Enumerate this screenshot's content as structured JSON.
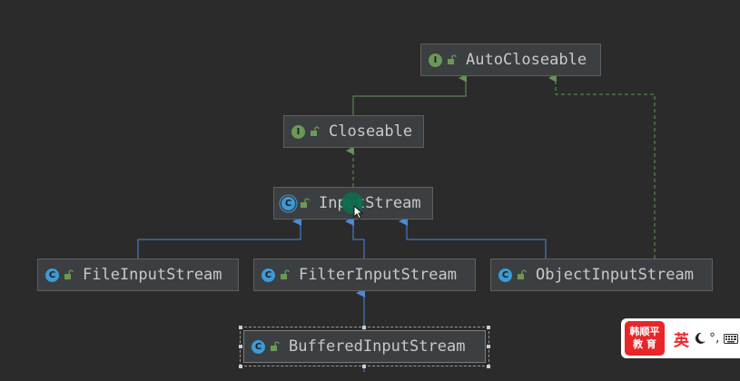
{
  "diagram": {
    "nodes": [
      {
        "id": "autocloseable",
        "label": "AutoCloseable",
        "kind": "interface",
        "kind_glyph": "I"
      },
      {
        "id": "closeable",
        "label": "Closeable",
        "kind": "interface",
        "kind_glyph": "I"
      },
      {
        "id": "inputstream",
        "label": "InputStream",
        "kind": "abstract-class",
        "kind_glyph": "C"
      },
      {
        "id": "fileinputstream",
        "label": "FileInputStream",
        "kind": "class",
        "kind_glyph": "C"
      },
      {
        "id": "filterinputstream",
        "label": "FilterInputStream",
        "kind": "class",
        "kind_glyph": "C"
      },
      {
        "id": "objectinputstream",
        "label": "ObjectInputStream",
        "kind": "class",
        "kind_glyph": "C"
      },
      {
        "id": "bufferedinputstream",
        "label": "BufferedInputStream",
        "kind": "class",
        "kind_glyph": "C",
        "selected": true
      }
    ],
    "edges": [
      {
        "from": "closeable",
        "to": "autocloseable",
        "type": "extends-interface"
      },
      {
        "from": "inputstream",
        "to": "closeable",
        "type": "implements"
      },
      {
        "from": "objectinputstream",
        "to": "autocloseable",
        "type": "implements"
      },
      {
        "from": "fileinputstream",
        "to": "inputstream",
        "type": "extends"
      },
      {
        "from": "filterinputstream",
        "to": "inputstream",
        "type": "extends"
      },
      {
        "from": "objectinputstream",
        "to": "inputstream",
        "type": "extends"
      },
      {
        "from": "bufferedinputstream",
        "to": "filterinputstream",
        "type": "extends"
      }
    ],
    "colors": {
      "interface_edge": "#629755",
      "class_edge": "#4e88d9",
      "interface_icon": "#6a9955",
      "class_icon": "#3d9ad6"
    }
  },
  "ime": {
    "logo_line1": "韩顺平",
    "logo_line2": "教 育",
    "lang": "英",
    "punct": "°,",
    "icons": [
      "moon-icon",
      "keyboard-icon"
    ]
  }
}
